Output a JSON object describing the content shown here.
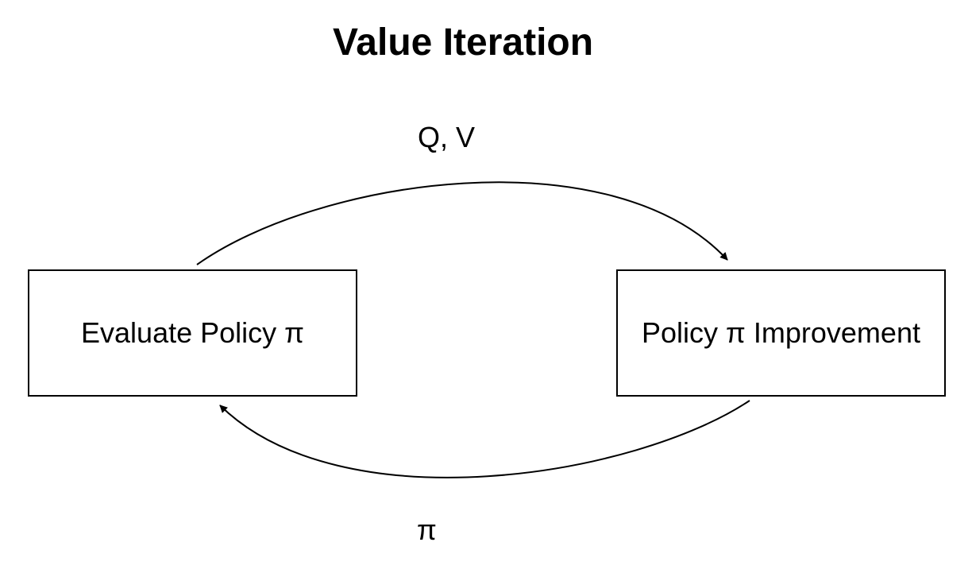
{
  "title": "Value Iteration",
  "nodes": {
    "evaluate": "Evaluate Policy π",
    "improve": "Policy π Improvement"
  },
  "edges": {
    "top_label": "Q, V",
    "bottom_label": "π"
  },
  "colors": {
    "stroke": "#000000",
    "background": "#ffffff"
  }
}
